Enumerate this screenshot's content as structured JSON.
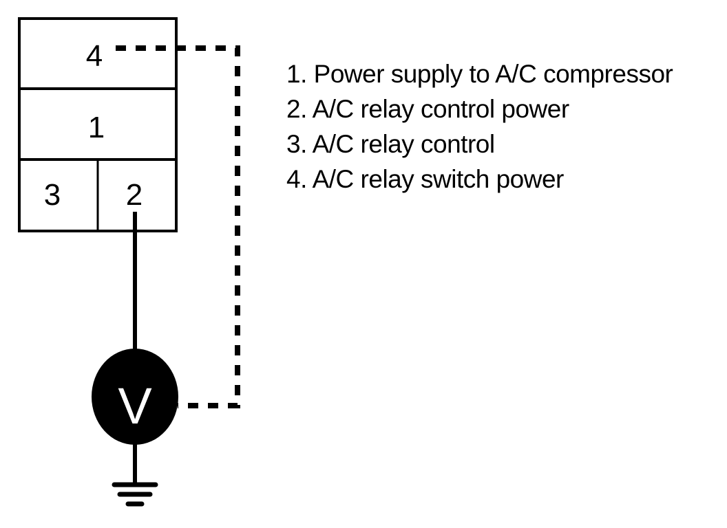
{
  "diagram": {
    "connector": {
      "terminals": [
        {
          "id": "4",
          "label": "4"
        },
        {
          "id": "1",
          "label": "1"
        },
        {
          "id": "3",
          "label": "3"
        },
        {
          "id": "2",
          "label": "2"
        }
      ]
    },
    "meter": {
      "symbol": "V",
      "icon": "voltmeter-icon"
    },
    "ground": {
      "icon": "ground-icon"
    },
    "connections": [
      {
        "from": "terminal-2",
        "to": "voltmeter",
        "style": "solid"
      },
      {
        "from": "terminal-4",
        "to": "voltmeter",
        "style": "dashed"
      },
      {
        "from": "voltmeter",
        "to": "ground",
        "style": "solid"
      }
    ],
    "legend": [
      {
        "text": "1. Power supply to A/C compressor"
      },
      {
        "text": "2. A/C relay control power"
      },
      {
        "text": "3. A/C relay control"
      },
      {
        "text": "4. A/C relay switch power"
      }
    ],
    "colors": {
      "line": "#000000",
      "background": "#ffffff",
      "meter_fill": "#000000",
      "meter_text": "#ffffff"
    }
  }
}
